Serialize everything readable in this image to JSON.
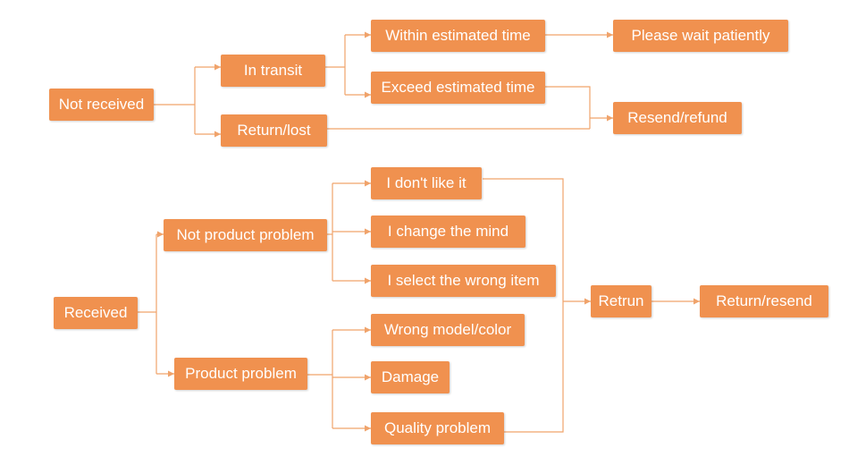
{
  "line_color": "#f0a36b",
  "box_color": "#f0914f",
  "text_color": "#ffffff",
  "nodes": {
    "not_received": "Not received",
    "in_transit": "In transit",
    "return_lost": "Return/lost",
    "within_time": "Within estimated time",
    "exceed_time": "Exceed estimated time",
    "wait": "Please wait patiently",
    "resend_refund": "Resend/refund",
    "received": "Received",
    "not_product_problem": "Not product problem",
    "product_problem": "Product problem",
    "dont_like": "I don't like it",
    "change_mind": "I change the mind",
    "wrong_item": "I select the wrong item",
    "wrong_model": "Wrong model/color",
    "damage": "Damage",
    "quality": "Quality problem",
    "retrun": "Retrun",
    "return_resend": "Return/resend"
  }
}
